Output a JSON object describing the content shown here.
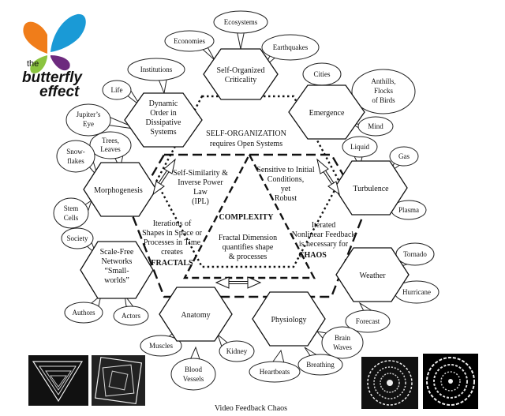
{
  "logo": {
    "line1": "the",
    "line2": "butterfly",
    "line3": "effect",
    "colors": {
      "orange": "#f07d1a",
      "blue": "#1a9ad6",
      "green": "#8bc43f",
      "purple": "#6d2a7e",
      "text": "#1a6fb5"
    }
  },
  "center": {
    "self_organization": [
      "SELF-ORGANIZATION",
      "requires Open Systems"
    ],
    "self_similarity": [
      "Self-Similarity &",
      "Inverse Power",
      "Law",
      "(IPL)"
    ],
    "sensitive": [
      "Sensitive to Initial",
      "Conditions,",
      "yet",
      "Robust"
    ],
    "complexity": "COMPLEXITY",
    "fractal_dimension": [
      "Fractal Dimension",
      "quantifies shape",
      "& processes"
    ],
    "iterations": [
      "Iterations of",
      "Shapes in Space or",
      "Processes in Time",
      "creates"
    ],
    "fractals": "FRACTALS",
    "iterated": [
      "Iterated",
      "Nonlinear Feedback",
      "is necessary for"
    ],
    "chaos": "CHAOS"
  },
  "hexagons": {
    "criticality": [
      "Self-Organized",
      "Criticality"
    ],
    "dynamic": [
      "Dynamic",
      "Order in",
      "Dissipative",
      "Systems"
    ],
    "emergence": [
      "Emergence"
    ],
    "morphogenesis": [
      "Morphogenesis"
    ],
    "turbulence": [
      "Turbulence"
    ],
    "scalefree": [
      "Scale-Free",
      "Networks",
      "“Small-",
      "worlds”"
    ],
    "weather": [
      "Weather"
    ],
    "anatomy": [
      "Anatomy"
    ],
    "physiology": [
      "Physiology"
    ]
  },
  "bubbles": {
    "economies": [
      "Economies"
    ],
    "ecosystems": [
      "Ecosystems"
    ],
    "earthquakes": [
      "Earthquakes"
    ],
    "institutions": [
      "Institutions"
    ],
    "life": [
      "Life"
    ],
    "jupiter": [
      "Jupiter’s",
      "Eye"
    ],
    "cities": [
      "Cities"
    ],
    "anthills": [
      "Anthills,",
      "Flocks",
      "of Birds"
    ],
    "mind": [
      "Mind"
    ],
    "trees": [
      "Trees,",
      "Leaves"
    ],
    "snowflakes": [
      "Snow-",
      "flakes"
    ],
    "liquid": [
      "Liquid"
    ],
    "gas": [
      "Gas"
    ],
    "stemcells": [
      "Stem",
      "Cells"
    ],
    "plasma": [
      "Plasma"
    ],
    "society": [
      "Society"
    ],
    "tornado": [
      "Tornado"
    ],
    "authors": [
      "Authors"
    ],
    "actors": [
      "Actors"
    ],
    "hurricane": [
      "Hurricane"
    ],
    "forecast": [
      "Forecast"
    ],
    "muscles": [
      "Muscles"
    ],
    "kidney": [
      "Kidney"
    ],
    "bloodvessels": [
      "Blood",
      "Vessels"
    ],
    "brainwaves": [
      "Brain",
      "Waves"
    ],
    "heartbeats": [
      "Heartbeats"
    ],
    "breathing": [
      "Breathing"
    ]
  },
  "caption": "Video Feedback Chaos"
}
